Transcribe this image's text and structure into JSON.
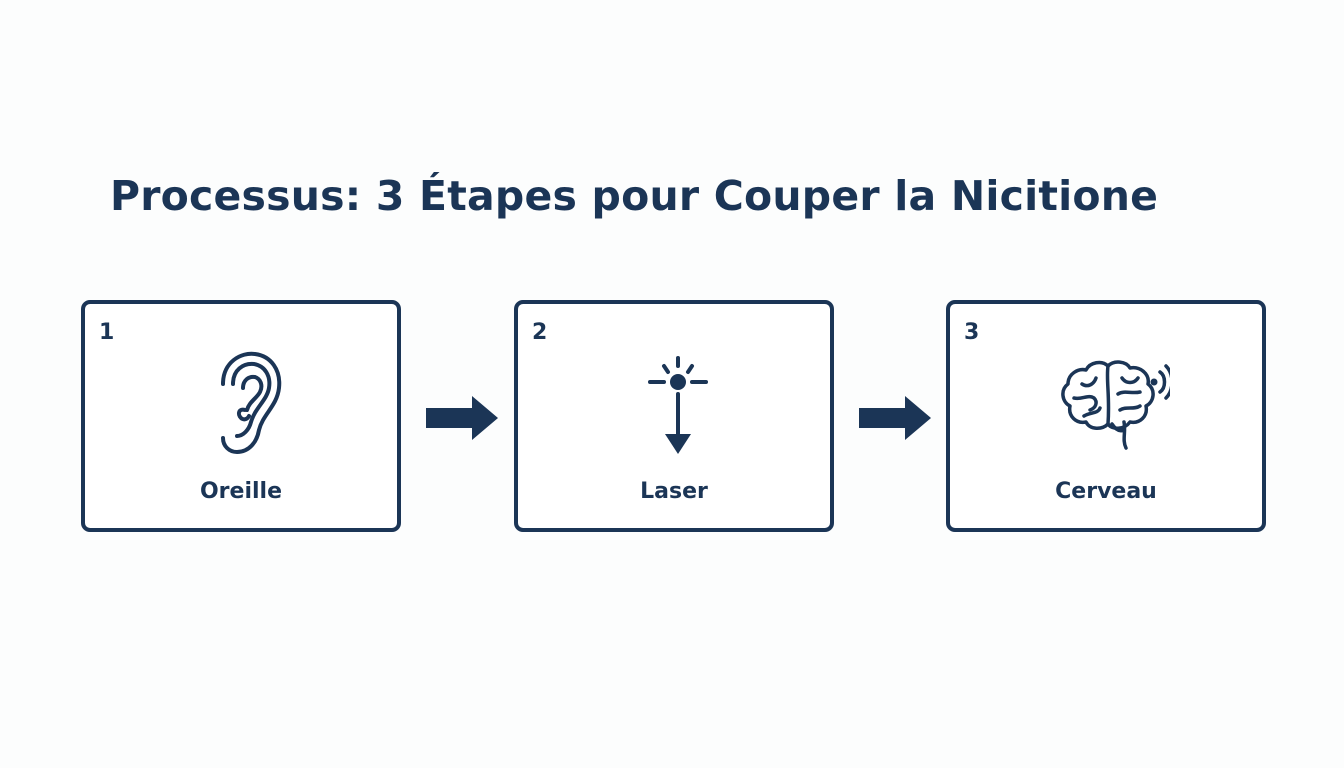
{
  "title": "Processus: 3 Étapes pour Couper la Nicitione",
  "colors": {
    "primary": "#1b3556",
    "background": "#fcfdfd"
  },
  "steps": [
    {
      "number": "1",
      "label": "Oreille",
      "icon": "ear-icon"
    },
    {
      "number": "2",
      "label": "Laser",
      "icon": "laser-icon"
    },
    {
      "number": "3",
      "label": "Cerveau",
      "icon": "brain-icon"
    }
  ],
  "connectors": [
    "arrow-right-icon",
    "arrow-right-icon"
  ]
}
